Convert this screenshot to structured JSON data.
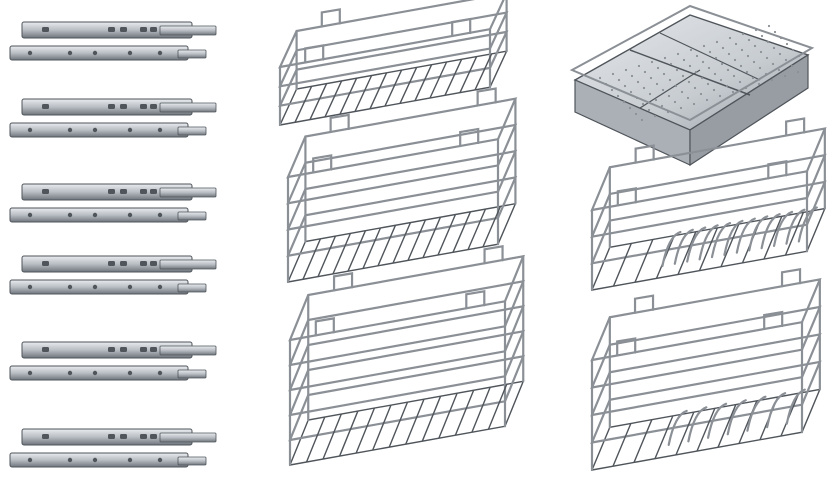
{
  "image": {
    "background": "#ffffff",
    "colors": {
      "steel_light": "#e9ecef",
      "steel_mid": "#b9bec4",
      "steel_dark": "#6f757c",
      "wire": "#8b9096",
      "wire_shadow": "#4f555b",
      "tray_fill": "#c7ccd1"
    },
    "items": {
      "slides": [
        "drawer-slide",
        "drawer-slide",
        "drawer-slide",
        "drawer-slide",
        "drawer-slide",
        "drawer-slide"
      ],
      "baskets": [
        "plain-basket",
        "cutlery-tray",
        "plain-basket",
        "plate-rack-basket",
        "deep-basket",
        "thali-basket"
      ]
    }
  }
}
